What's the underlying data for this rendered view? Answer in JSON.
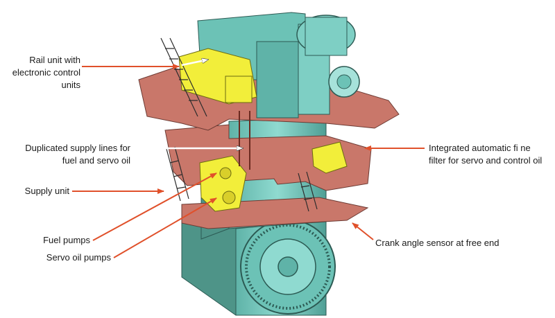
{
  "labels": {
    "rail_unit": [
      "Rail unit with",
      "electronic control",
      "units"
    ],
    "supply_lines": [
      "Duplicated supply lines for",
      "fuel and servo oil"
    ],
    "supply_unit": [
      "Supply unit"
    ],
    "fuel_pumps": [
      "Fuel pumps"
    ],
    "servo_oil_pumps": [
      "Servo oil pumps"
    ],
    "fine_filter": [
      "Integrated automatic fi  ne",
      "filter for servo and control oil"
    ],
    "crank_sensor": [
      "Crank angle sensor at free end"
    ]
  },
  "colors": {
    "arrow_red": "#e0502a",
    "arrow_white": "#ffffff",
    "engine_teal": "#7ecfc4",
    "platform_red": "#c9776a",
    "highlight_yellow": "#f2ee3a"
  }
}
